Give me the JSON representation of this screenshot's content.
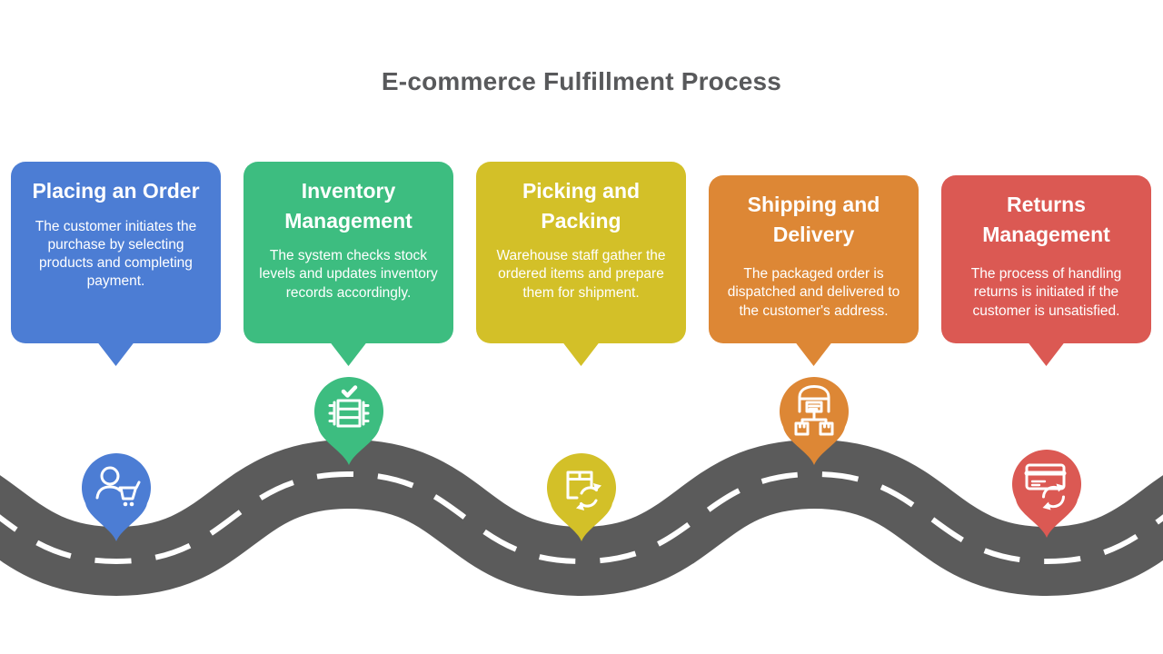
{
  "title": {
    "text": "E-commerce Fulfillment Process",
    "color": "#58595B"
  },
  "road": {
    "color": "#5B5B5B",
    "dash_color": "#FFFFFF"
  },
  "steps": [
    {
      "title": "Placing an Order",
      "description": "The customer initiates the purchase by selecting products and completing payment.",
      "color": "#4C7DD4",
      "icon": "customer-cart-icon"
    },
    {
      "title": "Inventory Management",
      "description": "The system checks stock levels and updates inventory records accordingly.",
      "color": "#3DBD80",
      "icon": "inventory-shelves-icon"
    },
    {
      "title": "Picking and Packing",
      "description": "Warehouse staff gather the ordered items and prepare them for shipment.",
      "color": "#D3C028",
      "icon": "package-recycle-icon"
    },
    {
      "title": "Shipping and Delivery",
      "description": "The packaged order is dispatched and delivered to the customer's address.",
      "color": "#DD8735",
      "icon": "warehouse-distribution-icon"
    },
    {
      "title": "Returns Management",
      "description": "The process of handling returns is initiated if the customer is unsatisfied.",
      "color": "#DB5953",
      "icon": "card-refund-icon"
    }
  ]
}
